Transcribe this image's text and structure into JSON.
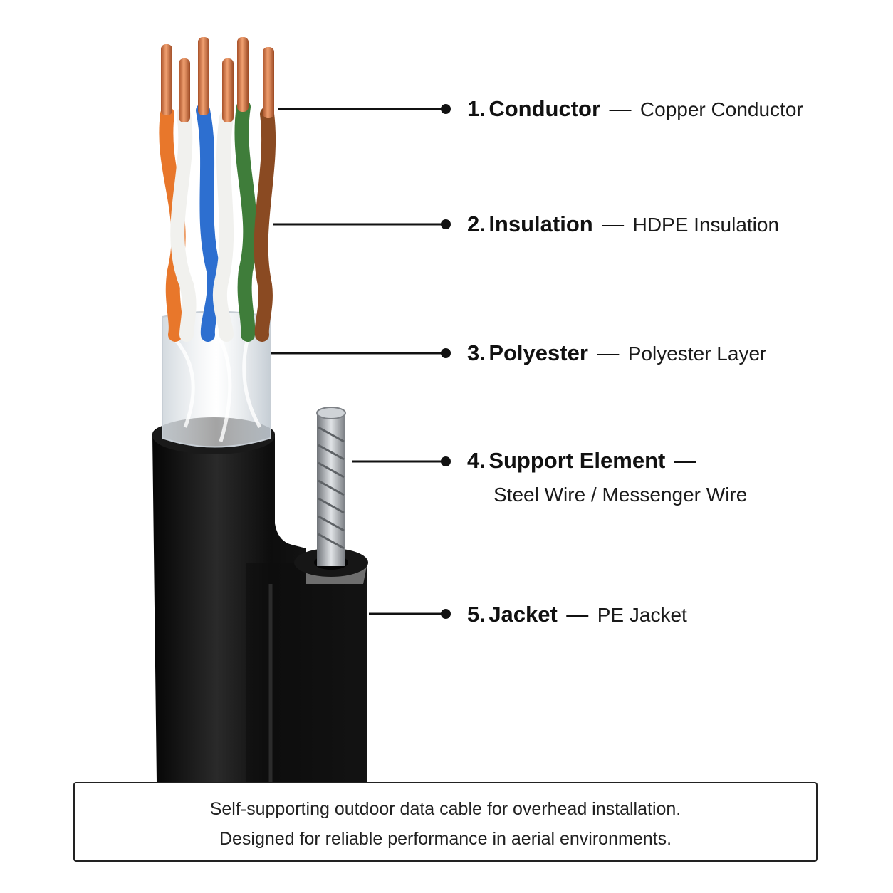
{
  "callouts": [
    {
      "num": "1.",
      "title": "Conductor",
      "dash": "—",
      "desc": "Copper Conductor"
    },
    {
      "num": "2.",
      "title": "Insulation",
      "dash": "—",
      "desc": "HDPE Insulation"
    },
    {
      "num": "3.",
      "title": "Polyester",
      "dash": "—",
      "desc": "Polyester Layer"
    },
    {
      "num": "4.",
      "title": "Support Element",
      "dash": "—",
      "desc": "Steel Wire / Messenger Wire"
    },
    {
      "num": "5.",
      "title": "Jacket",
      "dash": "—",
      "desc": "PE Jacket"
    }
  ],
  "caption": {
    "line1": "Self-supporting outdoor data cable for overhead installation.",
    "line2": "Designed for reliable performance in aerial environments."
  },
  "colors": {
    "copper": "#c8743f",
    "orange": "#e8772b",
    "blue": "#2d6fd0",
    "green": "#3f7d3a",
    "brown": "#8a4a22",
    "white_wire": "#f1f1ee",
    "jacket": "#111111",
    "steel": "#a9adb2"
  },
  "icons": [
    "leader-dot-icon"
  ]
}
